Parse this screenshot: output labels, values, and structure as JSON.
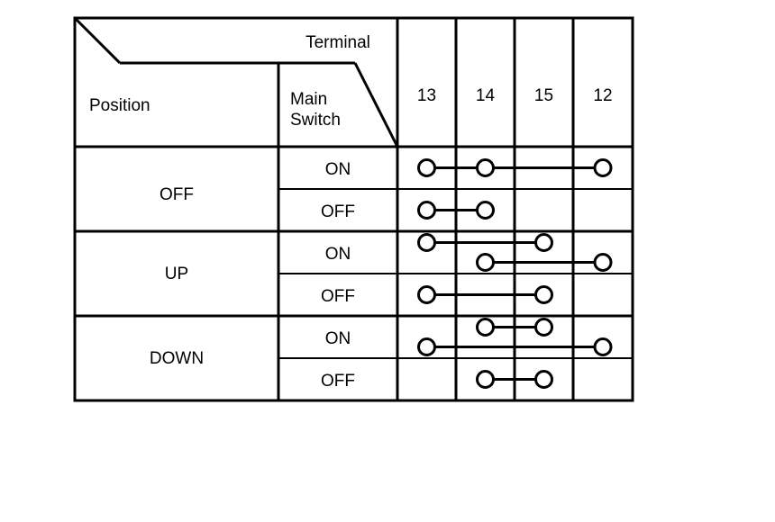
{
  "diagram": {
    "title": "switch-continuity-table",
    "corner_headers": {
      "terminal_label": "Terminal",
      "position_label": "Position",
      "main_switch_label_line1": "Main",
      "main_switch_label_line2": "Switch"
    },
    "terminal_columns": [
      "13",
      "14",
      "15",
      "12"
    ],
    "colors": {
      "line": "#000000",
      "background": "#ffffff",
      "circle_fill": "#ffffff"
    },
    "rows": [
      {
        "position": "OFF",
        "main_switch": "ON",
        "connections": [
          {
            "terminals": [
              "13",
              "14",
              "12"
            ],
            "track": "single"
          }
        ]
      },
      {
        "position": "OFF",
        "main_switch": "OFF",
        "connections": [
          {
            "terminals": [
              "13",
              "14"
            ],
            "track": "single"
          }
        ]
      },
      {
        "position": "UP",
        "main_switch": "ON",
        "connections": [
          {
            "terminals": [
              "13",
              "15"
            ],
            "track": "upper"
          },
          {
            "terminals": [
              "14",
              "12"
            ],
            "track": "lower"
          }
        ]
      },
      {
        "position": "UP",
        "main_switch": "OFF",
        "connections": [
          {
            "terminals": [
              "13",
              "15"
            ],
            "track": "single"
          }
        ]
      },
      {
        "position": "DOWN",
        "main_switch": "ON",
        "connections": [
          {
            "terminals": [
              "14",
              "15"
            ],
            "track": "upper"
          },
          {
            "terminals": [
              "13",
              "12"
            ],
            "track": "lower"
          }
        ]
      },
      {
        "position": "DOWN",
        "main_switch": "OFF",
        "connections": [
          {
            "terminals": [
              "14",
              "15"
            ],
            "track": "single"
          }
        ]
      }
    ],
    "position_groups": [
      {
        "label": "OFF",
        "rows": 2
      },
      {
        "label": "UP",
        "rows": 2
      },
      {
        "label": "DOWN",
        "rows": 2
      }
    ]
  }
}
